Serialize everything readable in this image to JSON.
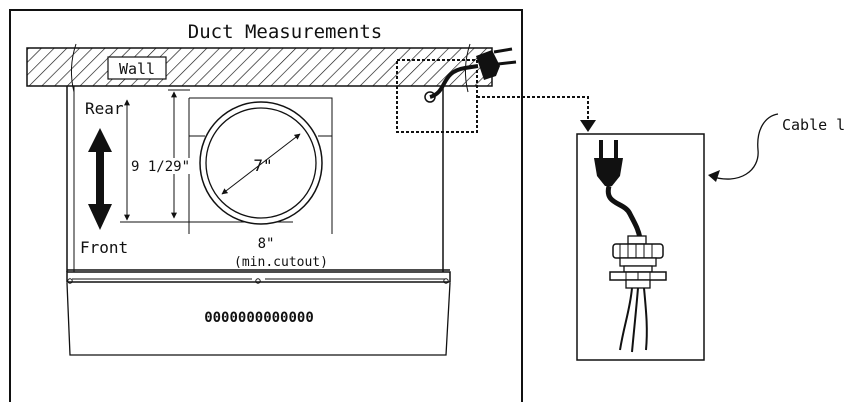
{
  "title": "Duct Measurements",
  "labels": {
    "wall": "Wall",
    "rear": "Rear",
    "front": "Front",
    "height_dim": "9 1/29\"",
    "duct_diameter": "7\"",
    "cutout_width": "8\"",
    "cutout_note": "(min.cutout)",
    "vent_marks": "0000000000000",
    "cable_callout": "Cable l"
  },
  "colors": {
    "line": "#111111",
    "background": "#ffffff"
  },
  "icons": [
    "plug-icon",
    "power-cord-icon",
    "cable-connector-icon",
    "double-arrow-icon"
  ]
}
